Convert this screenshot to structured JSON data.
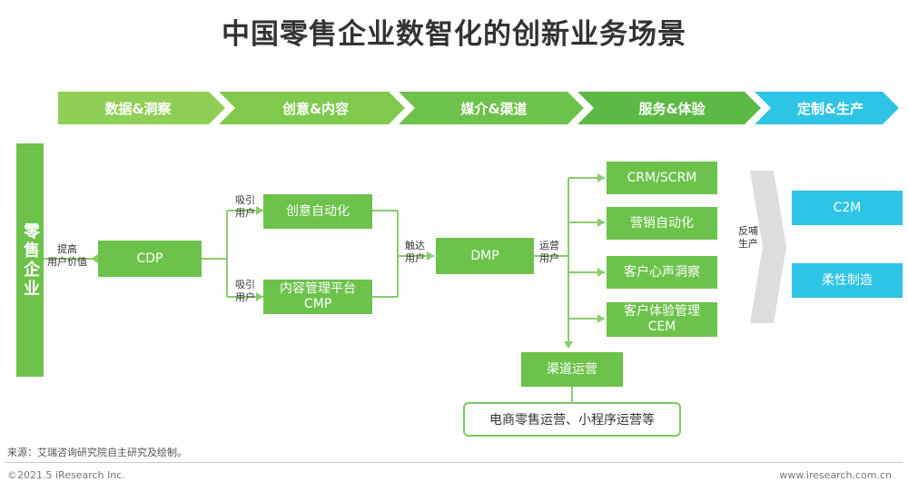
{
  "title": "中国零售企业数智化的创新业务场景",
  "stages": [
    "数据&洞察",
    "创意&内容",
    "媒介&渠道",
    "服务&体验",
    "定制&生产"
  ],
  "company": "零售企业",
  "labels": {
    "improve_value": "提高\n用户价值",
    "attract_1": "吸引\n用户",
    "attract_2": "吸引\n用户",
    "reach": "触达\n用户",
    "operate": "运营\n用户",
    "feedback": "反哺\n生产"
  },
  "nodes": {
    "cdp": "CDP",
    "creative_automation": "创意自动化",
    "cmp": "内容管理平台\nCMP",
    "dmp": "DMP",
    "crm": "CRM/SCRM",
    "marketing_automation": "营销自动化",
    "voc": "客户心声洞察",
    "cem": "客户体验管理\nCEM",
    "channel_ops": "渠道运营",
    "ecommerce": "电商零售运营、小程序运营等",
    "c2m": "C2M",
    "flexible": "柔性制造"
  },
  "colors": {
    "green": "#6cc24a",
    "cyan": "#2ec4e6",
    "line": "#8bcc6a",
    "gray_chevron": "#dddddd"
  },
  "footer": {
    "source": "来源：艾瑞咨询研究院自主研究及绘制。",
    "copyright": "©2021.5 iResearch Inc.",
    "site": "www.iresearch.com.cn"
  }
}
